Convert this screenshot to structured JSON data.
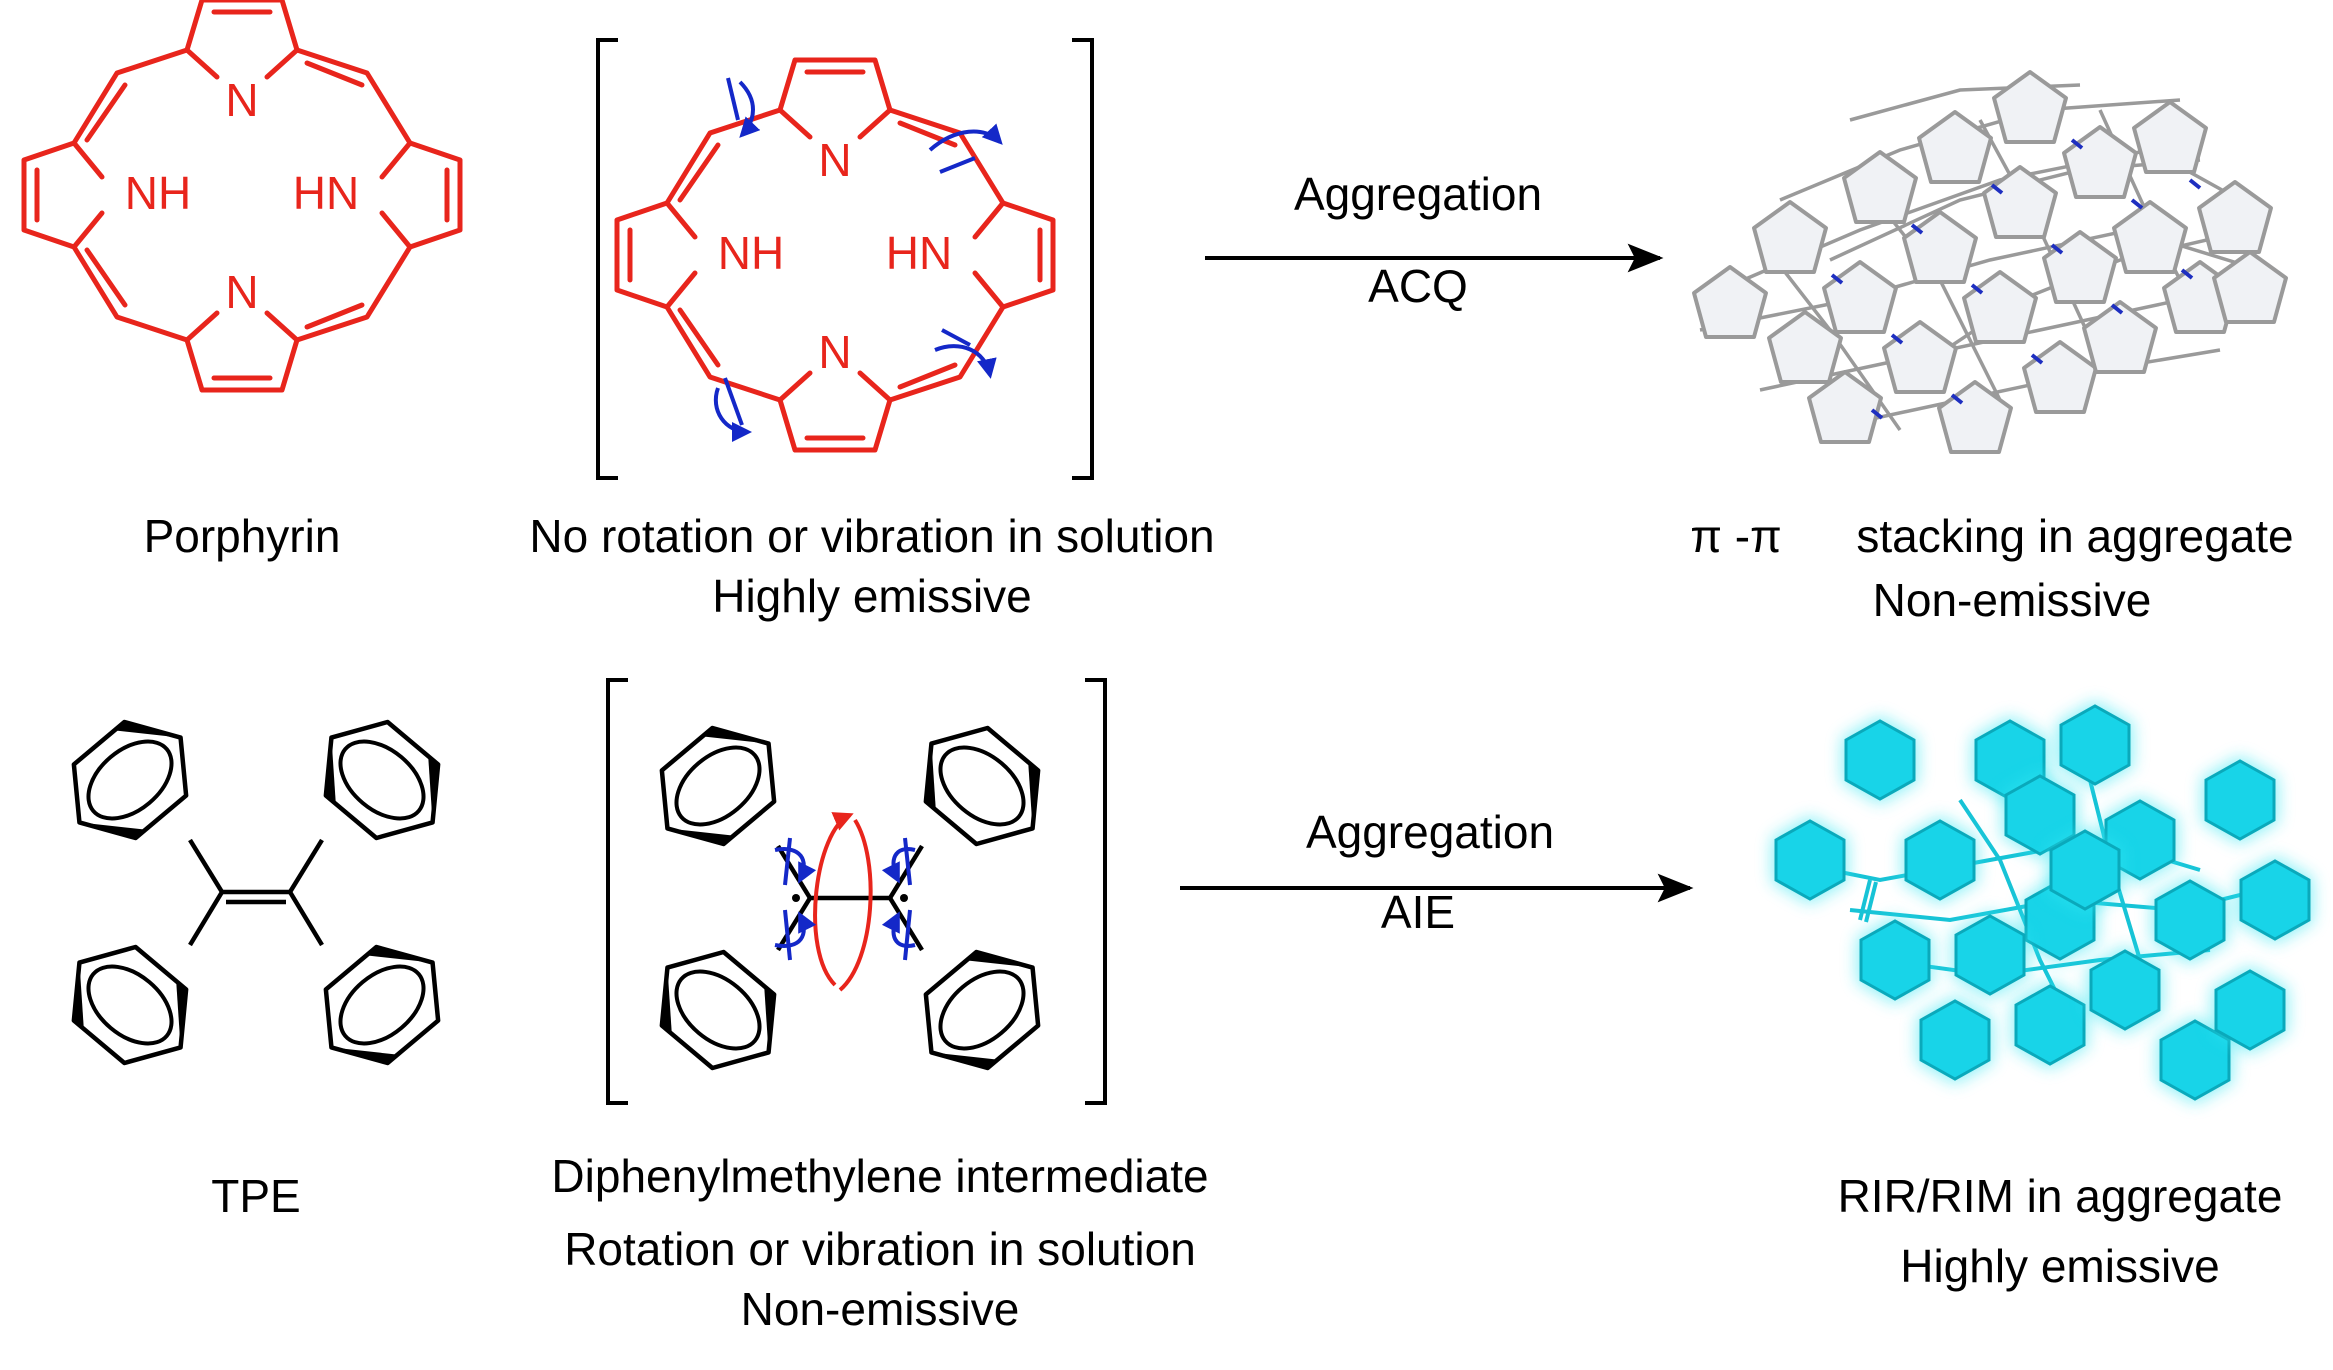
{
  "colors": {
    "porphyrin": "#e8251c",
    "motion_arrow": "#1428c8",
    "rotation_arrow": "#e8251c",
    "acq_frame": "#9a9a9a",
    "acq_fill": "#f0f2f5",
    "acq_nitrogen": "#1e2fc0",
    "aie_glow": "#2ee6f2",
    "aie_fill": "#18d4e8",
    "ink": "#000000"
  },
  "row_acq": {
    "molecule": {
      "name": "Porphyrin",
      "atoms": {
        "N_top": "N",
        "N_bottom": "N",
        "NH_left": "NH",
        "NH_right": "HN"
      }
    },
    "solution": {
      "atoms": {
        "N_top": "N",
        "N_bottom": "N",
        "NH_left": "NH",
        "NH_right": "HN"
      },
      "caption_line1": "No rotation or vibration in solution",
      "caption_line2": "Highly emissive"
    },
    "process": {
      "above": "Aggregation",
      "below": "ACQ"
    },
    "aggregate": {
      "caption_pi": "π -π",
      "caption_line1": "stacking in aggregate",
      "caption_line2": "Non-emissive"
    }
  },
  "row_aie": {
    "molecule": {
      "name": "TPE"
    },
    "solution": {
      "caption_line1": "Diphenylmethylene intermediate",
      "caption_line2": "Rotation or vibration in solution",
      "caption_line3": "Non-emissive"
    },
    "process": {
      "above": "Aggregation",
      "below": "AIE"
    },
    "aggregate": {
      "caption_line1": "RIR/RIM in aggregate",
      "caption_line2": "Highly emissive"
    }
  }
}
